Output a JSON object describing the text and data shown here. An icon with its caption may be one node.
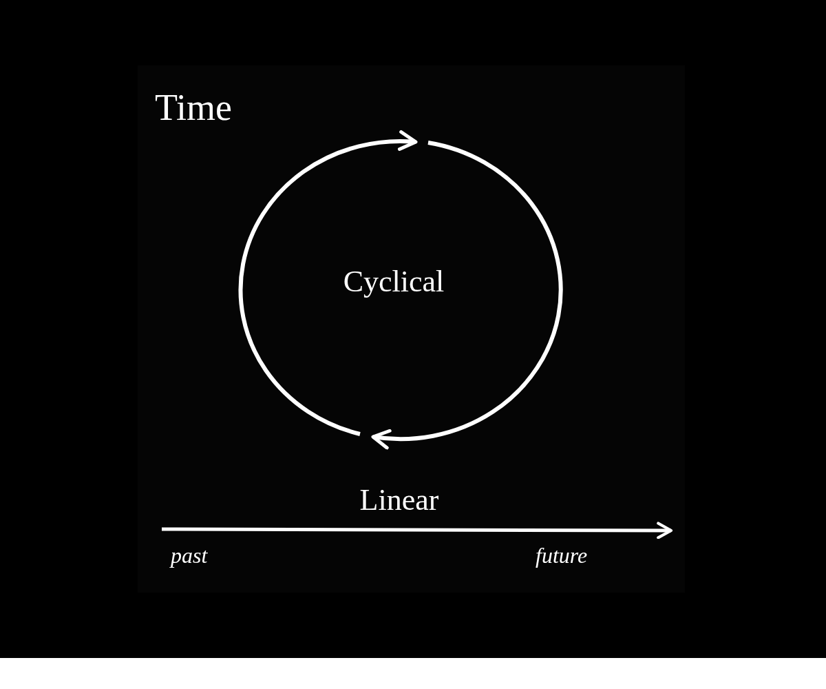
{
  "diagram": {
    "title": "Time",
    "labels": [
      "Cyclical",
      "Linear",
      "past",
      "future"
    ]
  }
}
